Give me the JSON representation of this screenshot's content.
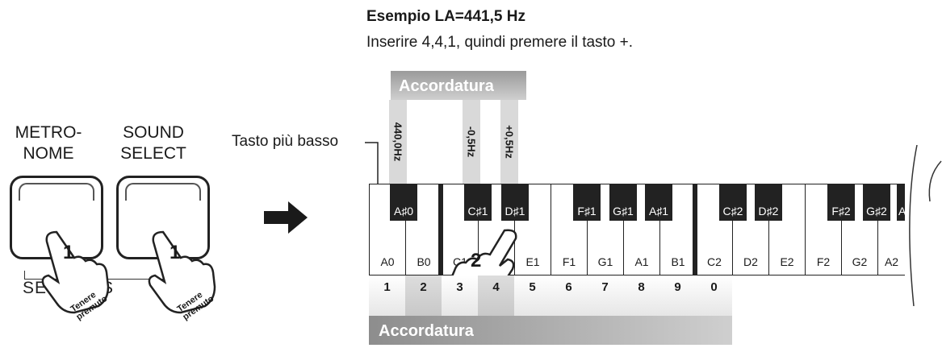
{
  "header": {
    "title": "Esempio LA=441,5 Hz",
    "subtitle": "Inserire 4,4,1, quindi premere il tasto +."
  },
  "buttons": [
    {
      "label_line1": "METRO-",
      "label_line2": "NOME",
      "finger": "1",
      "hold": "Tenere premuto"
    },
    {
      "label_line1": "SOUND",
      "label_line2": "SELECT",
      "finger": "1",
      "hold": "Tenere premuto"
    }
  ],
  "settings_label": "SETTINGS",
  "lowest_key_label": "Tasto più basso",
  "tuning_label_top": "Accordatura",
  "tuning_label_bottom": "Accordatura",
  "vertical_labels": [
    "440,0Hz",
    "-0,5Hz",
    "+0,5Hz"
  ],
  "white_keys": [
    "A0",
    "B0",
    "C1",
    "D1",
    "E1",
    "F1",
    "G1",
    "A1",
    "B1",
    "C2",
    "D2",
    "E2",
    "F2",
    "G2",
    "A2"
  ],
  "black_keys": [
    "A♯0",
    "C♯1",
    "D♯1",
    "F♯1",
    "G♯1",
    "A♯1",
    "C♯2",
    "D♯2",
    "F♯2",
    "G♯2",
    "A"
  ],
  "numbers": [
    "1",
    "2",
    "3",
    "4",
    "5",
    "6",
    "7",
    "8",
    "9",
    "0"
  ],
  "finger_on_keyboard": "2"
}
